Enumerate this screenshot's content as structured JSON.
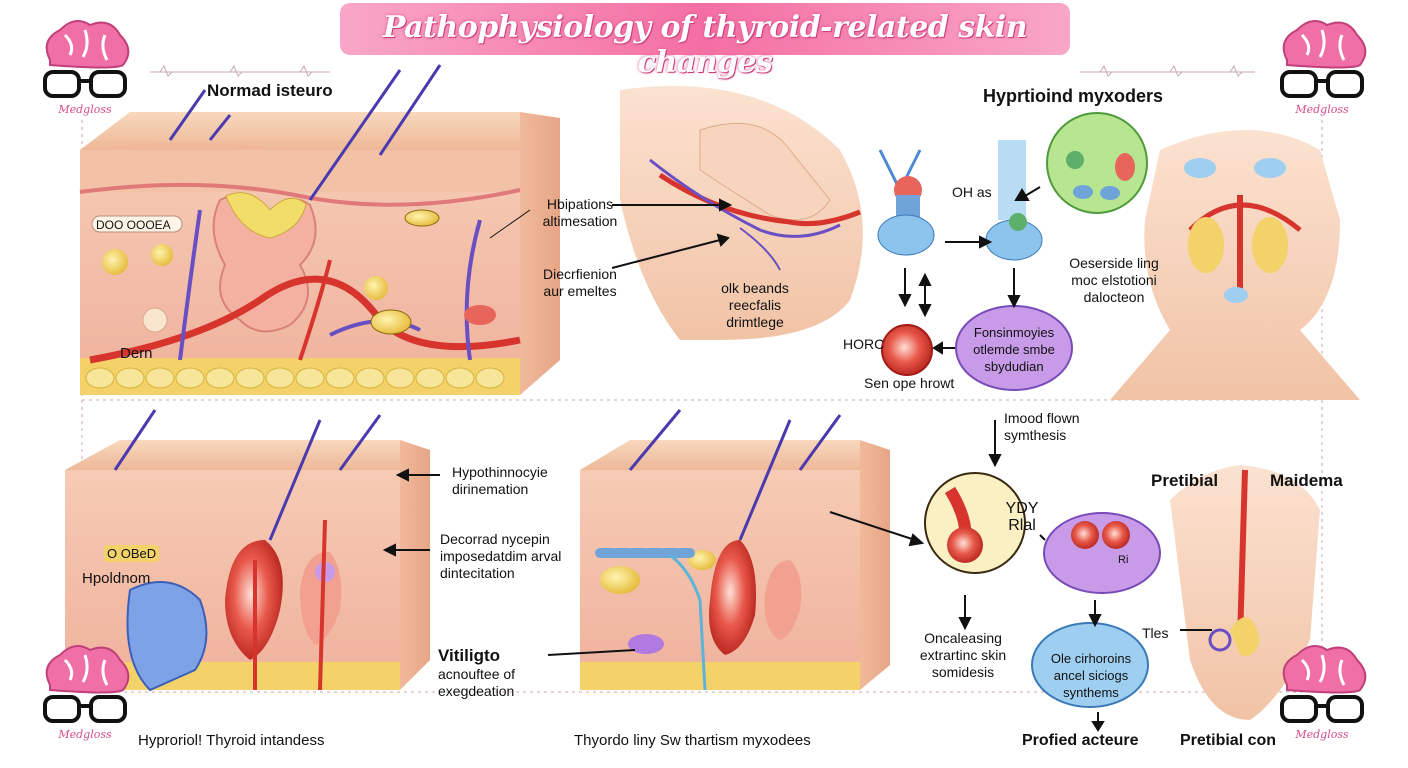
{
  "title": "Pathophysiology of thyroid-related skin changes",
  "brand": "Medgloss",
  "colors": {
    "title_pink": "#f46fa4",
    "skin_top": "#f5c9a8",
    "dermis": "#f2b9a4",
    "vessel_red": "#d8342e",
    "nerve_purple": "#6a4fc4",
    "fat_yellow": "#f3d36a",
    "green_cell": "#b8e58f",
    "purple_cell": "#c79be8",
    "blue_cell": "#9fcff0",
    "brain_pink": "#f06fa6"
  },
  "icons": [
    "brain-glasses-logo-icon"
  ],
  "labels": {
    "normal_skin": "Normad isteuro",
    "dern": "Dern",
    "dot_codes": "DOO  OOOEA",
    "hyperthyroid_myx": "Hyprtioind myxoders",
    "oh_as": "OH as",
    "horc": "HORC",
    "hbipations": "Hbipations\naltimesation",
    "diecrfienion": "Diecrfienion\naur emeltes",
    "olk_beands": "olk beands\nreecfalis\ndrimtlege",
    "oserside": "Oeserside ling\nmoc elstotioni\ndalocteon",
    "sen_ope": "Sen ope hrowt",
    "fonsinmoyies": "Fonsinmoyies\notlemde smbe\nsbydudian",
    "imood": "Imood flown\nsymthesis",
    "pretibial_left": "Pretibial",
    "maidema": "Maidema",
    "hypothinnocyie": "Hypothinnocyie\ndirinemation",
    "decorrad": "Decorrad nycepin\nimposedatdim arval\ndintecitation",
    "o_obed": "O  OBeD",
    "hpoldnom": "Hpoldnom",
    "vitiligo": "Vitiligto",
    "acnouftee": "acnouftee of\nexegdeation",
    "ydy": "YDY\nRlal",
    "ri": "Ri",
    "oncaleasing": "Oncaleasing\nextrartinc skin\nsomidesis",
    "ole_chroins": "Ole cirhoroins\nancel siciogs\nsynthems",
    "tles": "Tles",
    "bottom_hypo": "Hyproriol!  Thyroid intandess",
    "bottom_thyro": "Thyordo liny  Sw thartism myxodees",
    "bottom_profied": "Profied acteure",
    "bottom_pretibial": "Pretibial con"
  }
}
